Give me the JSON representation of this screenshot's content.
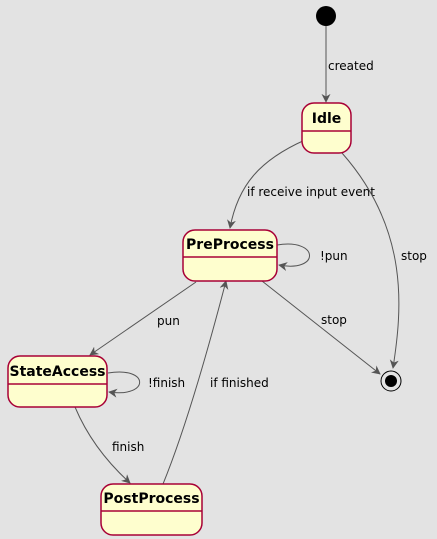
{
  "states": {
    "idle": "Idle",
    "preprocess": "PreProcess",
    "stateaccess": "StateAccess",
    "postprocess": "PostProcess"
  },
  "transitions": {
    "created": "created",
    "receive_input": "if receive input event",
    "not_pun": "!pun",
    "stop_from_idle": "stop",
    "stop_from_preprocess": "stop",
    "pun": "pun",
    "not_finish": "!finish",
    "if_finished": "if finished",
    "finish": "finish"
  },
  "colors": {
    "background": "#e3e3e3",
    "state_fill": "#fefece",
    "state_border": "#a80036",
    "edge": "#555555"
  }
}
